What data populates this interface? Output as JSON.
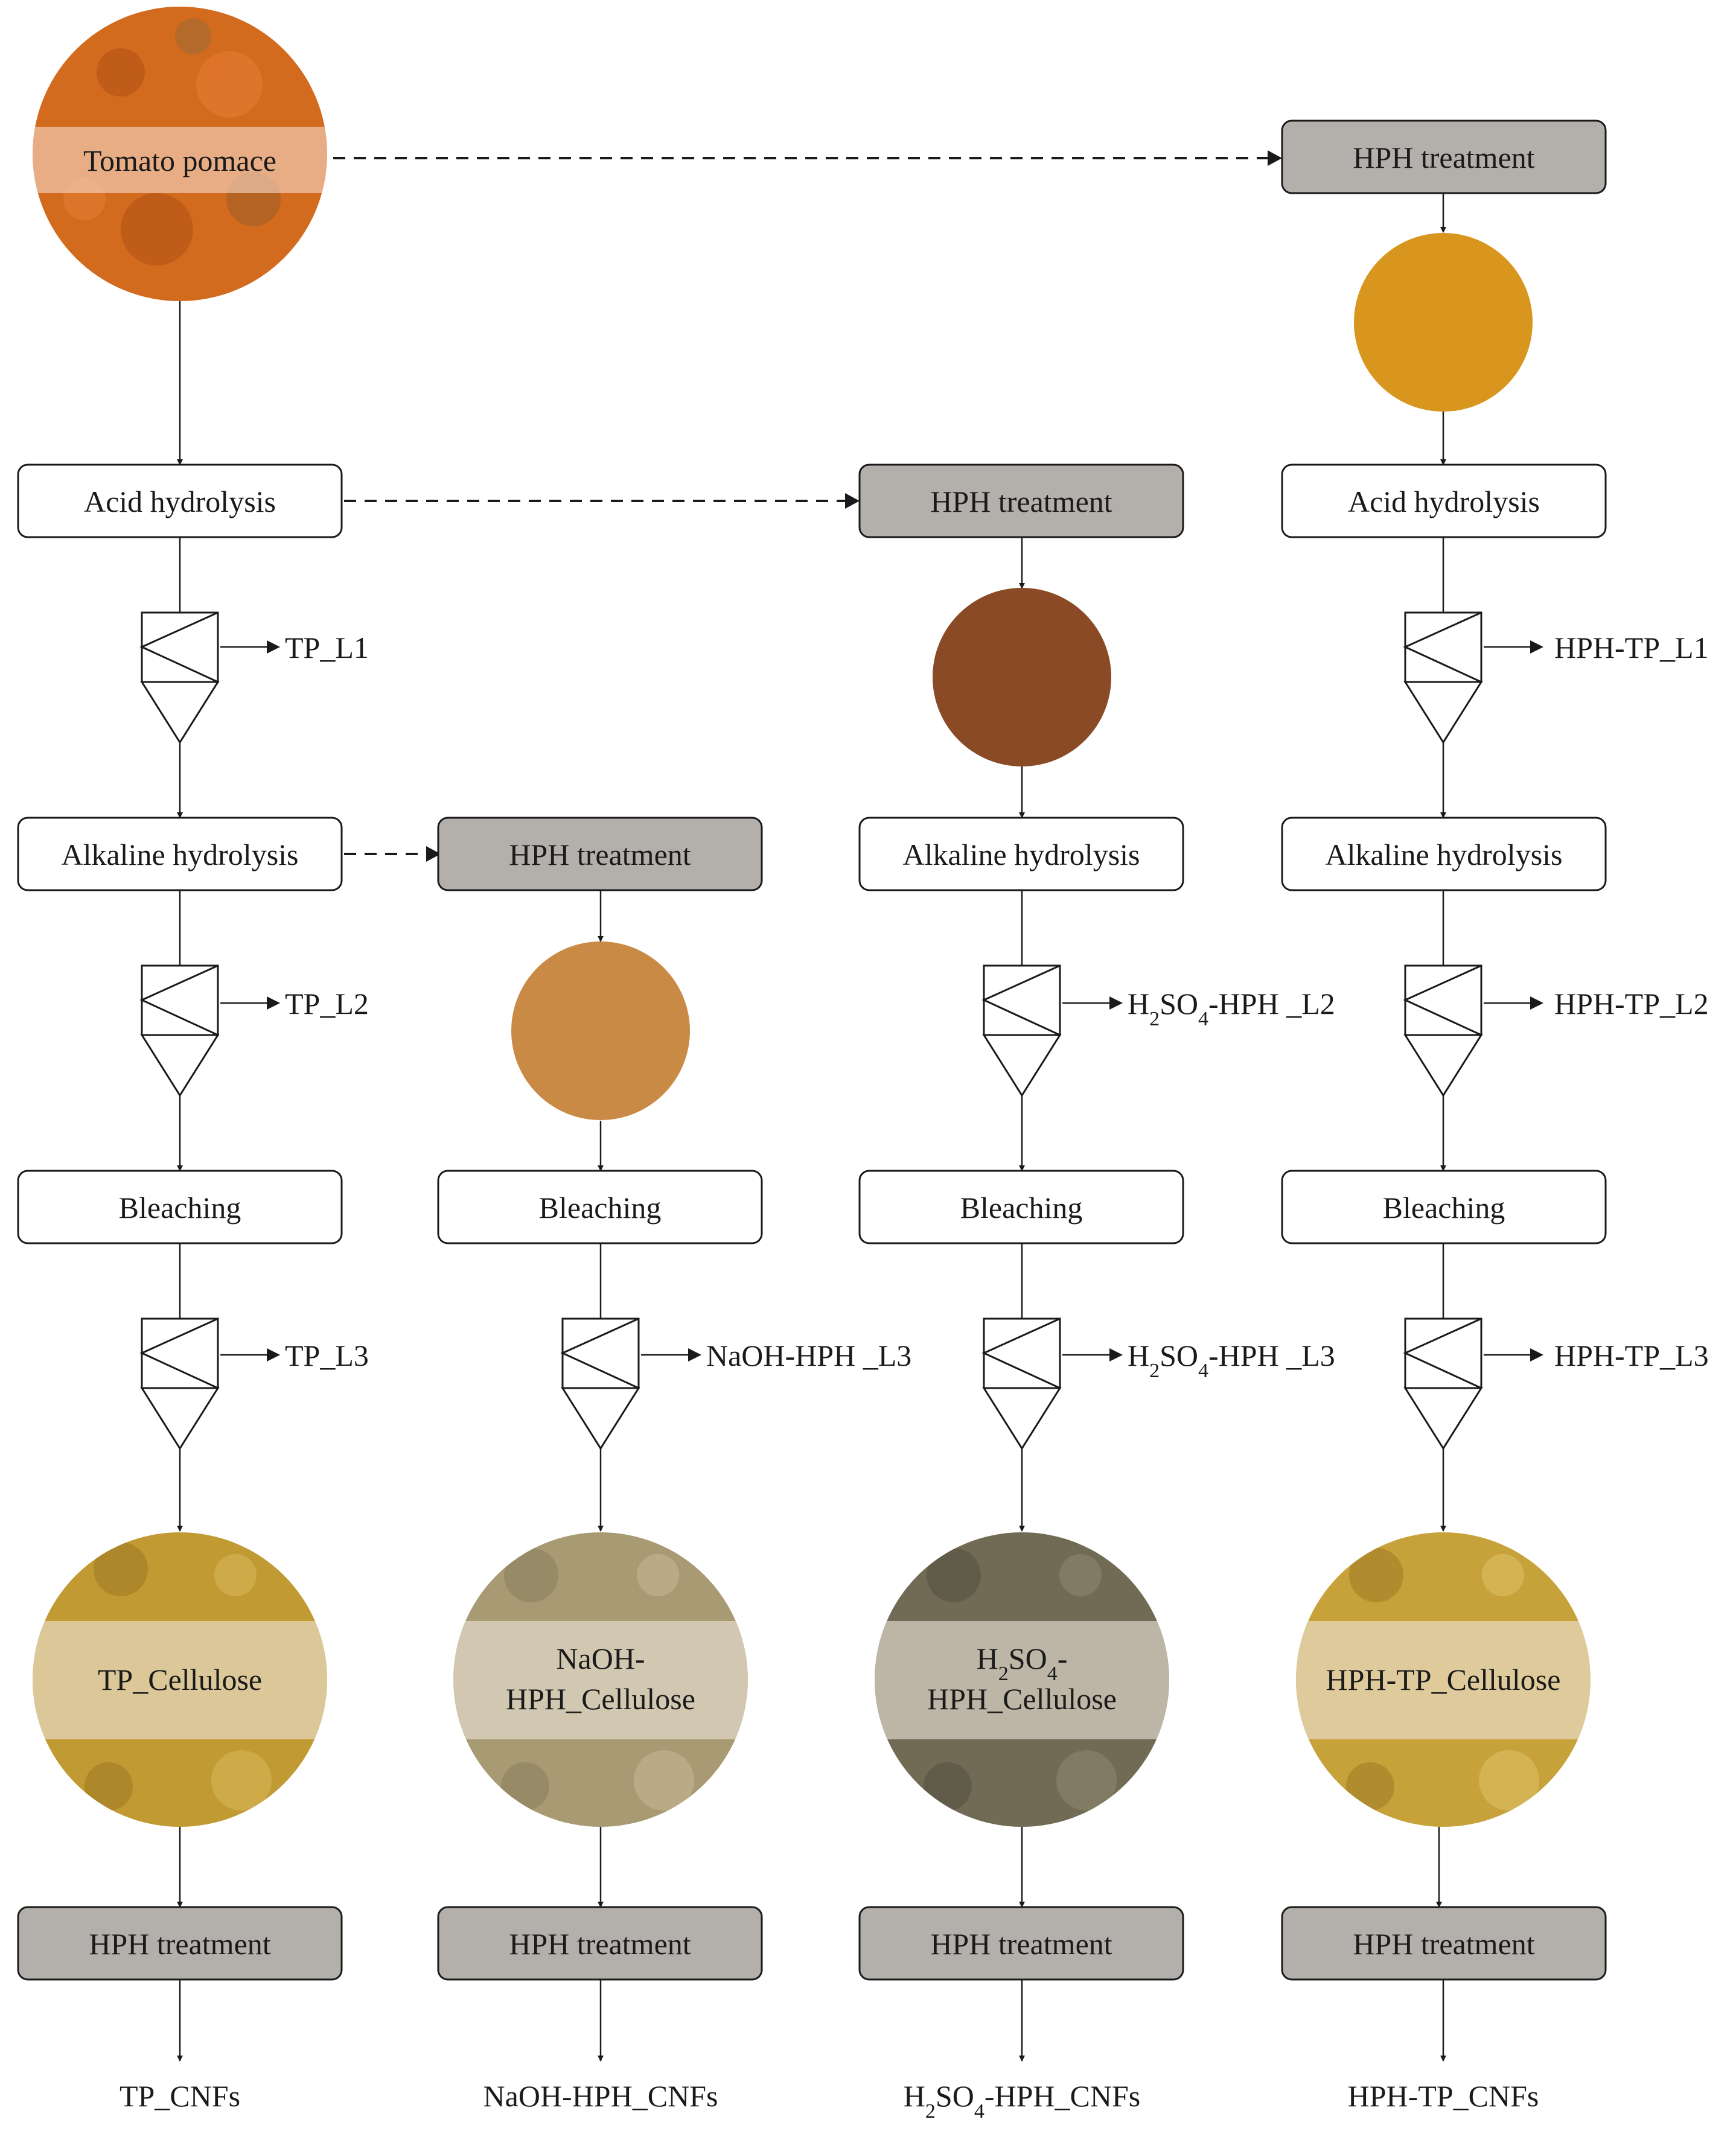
{
  "colors": {
    "grey_box": "#b3afab",
    "stroke": "#1a1a1a",
    "pomace": "#d36b1e",
    "hph_pomace": "#d9961e",
    "acid_hph": "#8a4a25",
    "naoh_hph": "#c98a45",
    "tp_cellulose": "#c19a33",
    "naoh_cellulose": "#a89b74",
    "h2so4_cellulose": "#716b55",
    "hph_tp_cellulose": "#c7a13a"
  },
  "source": {
    "label": "Tomato pomace"
  },
  "steps": {
    "hph": "HPH treatment",
    "acid": "Acid hydrolysis",
    "alkaline": "Alkaline hydrolysis",
    "bleaching": "Bleaching"
  },
  "liquors": {
    "tp_l1": "TP_L1",
    "tp_l2": "TP_L2",
    "tp_l3": "TP_L3",
    "naoh_l3": "NaOH-HPH _L3",
    "h2so4_l2_prefix": "H",
    "h2so4_l2_sub1": "2",
    "h2so4_l2_mid": "SO",
    "h2so4_l2_sub2": "4",
    "h2so4_l2_suffix": "-HPH _L2",
    "h2so4_l3_prefix": "H",
    "h2so4_l3_sub1": "2",
    "h2so4_l3_mid": "SO",
    "h2so4_l3_sub2": "4",
    "h2so4_l3_suffix": "-HPH _L3",
    "hph_l1": "HPH-TP_L1",
    "hph_l2": "HPH-TP_L2",
    "hph_l3": "HPH-TP_L3"
  },
  "cellulose": {
    "tp": "TP_Cellulose",
    "naoh_line1": "NaOH-",
    "naoh_line2": "HPH_Cellulose",
    "h2so4_prefix": "H",
    "h2so4_sub1": "2",
    "h2so4_mid": "SO",
    "h2so4_sub2": "4",
    "h2so4_dash": "-",
    "h2so4_line2": "HPH_Cellulose",
    "hph_tp": "HPH-TP_Cellulose"
  },
  "products": {
    "tp": "TP_CNFs",
    "naoh": "NaOH-HPH_CNFs",
    "h2so4_prefix": "H",
    "h2so4_sub1": "2",
    "h2so4_mid": "SO",
    "h2so4_sub2": "4",
    "h2so4_suffix": "-HPH_CNFs",
    "hph_tp": "HPH-TP_CNFs"
  }
}
